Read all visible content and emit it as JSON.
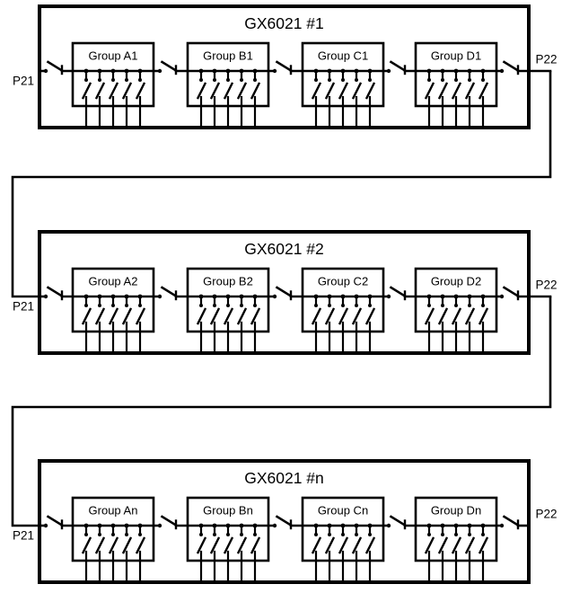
{
  "page": {
    "background": "#ffffff"
  },
  "diagram": {
    "line_color": "#000000",
    "text_color": "#000000",
    "units": [
      {
        "title": "GX6021 #1",
        "left_port_label": "P21",
        "right_port_label": "P22",
        "groups": [
          {
            "label": "Group A1"
          },
          {
            "label": "Group B1"
          },
          {
            "label": "Group C1"
          },
          {
            "label": "Group D1"
          }
        ]
      },
      {
        "title": "GX6021 #2",
        "left_port_label": "P21",
        "right_port_label": "P22",
        "groups": [
          {
            "label": "Group A2"
          },
          {
            "label": "Group B2"
          },
          {
            "label": "Group C2"
          },
          {
            "label": "Group D2"
          }
        ]
      },
      {
        "title": "GX6021 #n",
        "left_port_label": "P21",
        "right_port_label": "P22",
        "groups": [
          {
            "label": "Group An"
          },
          {
            "label": "Group Bn"
          },
          {
            "label": "Group Cn"
          },
          {
            "label": "Group Dn"
          }
        ]
      }
    ],
    "connections": [
      {
        "from_unit": 0,
        "to_unit": 1
      },
      {
        "from_unit": 1,
        "to_unit": 2
      }
    ],
    "switches_per_group": 5,
    "bus_switches_per_unit": 5
  }
}
